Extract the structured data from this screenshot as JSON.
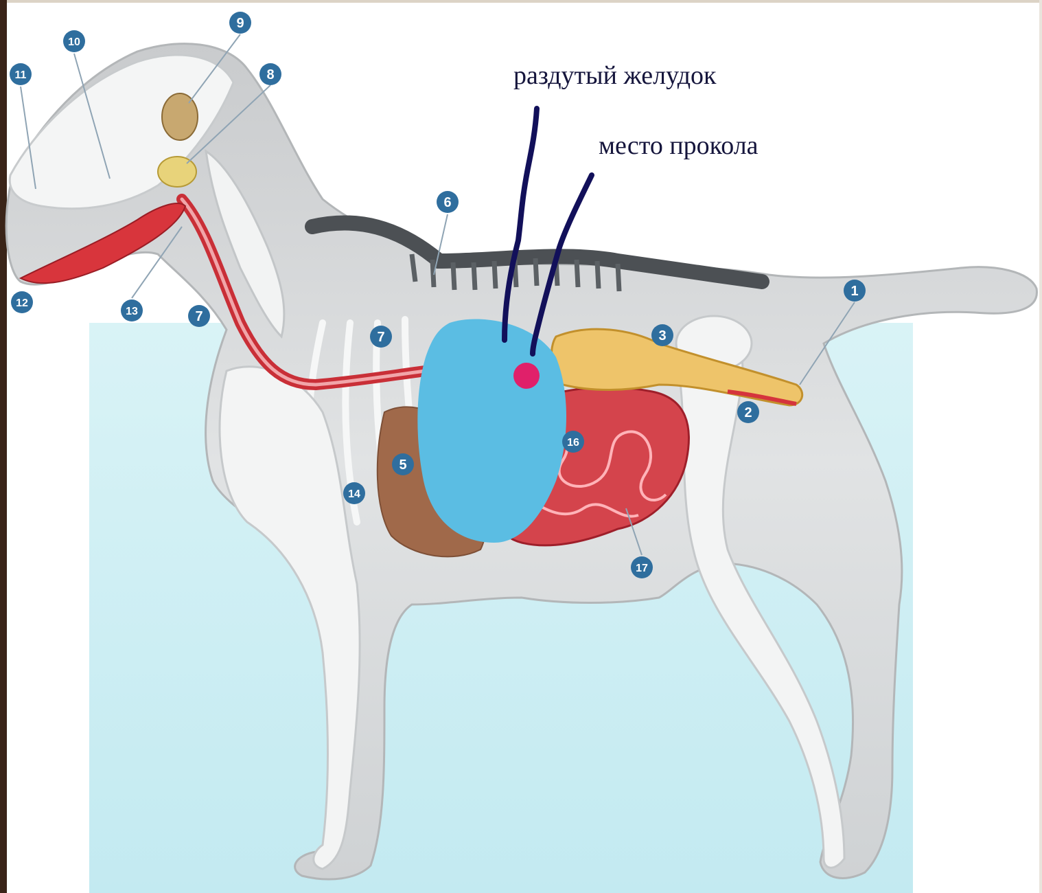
{
  "annotations": {
    "distended_stomach": "раздутый желудок",
    "puncture_site": "место прокола"
  },
  "callouts": [
    "1",
    "2",
    "3",
    "5",
    "6",
    "7",
    "7",
    "8",
    "9",
    "10",
    "11",
    "12",
    "13",
    "14",
    "16",
    "17"
  ],
  "colors": {
    "stomach": "#5bbde3",
    "puncture_point": "#e0206a",
    "annotation_lines": "#12105a",
    "callout_badge": "#2f6e9e",
    "esophagus": "#d83a3a",
    "intestines": "#c8323c",
    "background_panel": "#cdeef3"
  }
}
